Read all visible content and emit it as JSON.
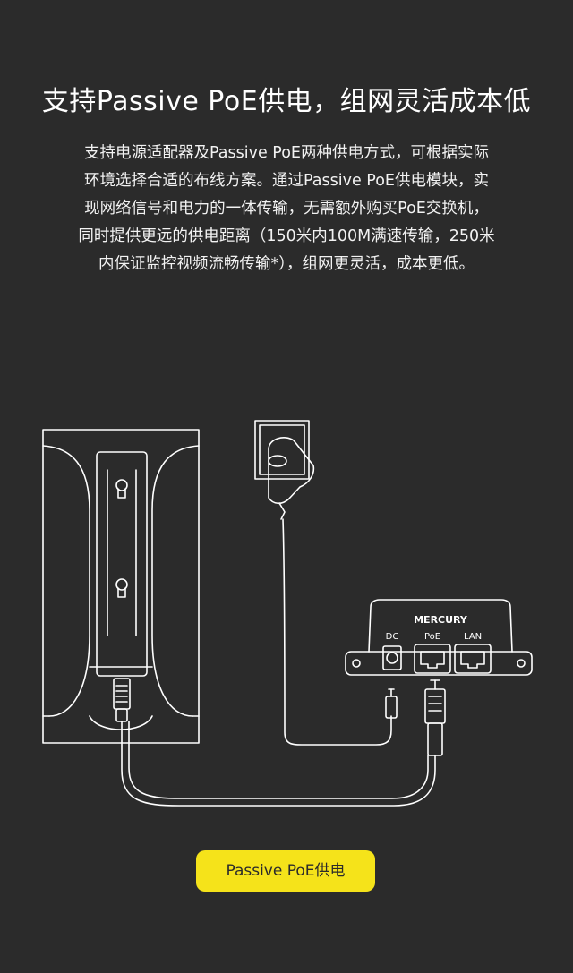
{
  "header": {
    "title": "支持Passive PoE供电，组网灵活成本低"
  },
  "description": {
    "lines": [
      "支持电源适配器及Passive PoE两种供电方式，可根据实际",
      "环境选择合适的布线方案。通过Passive PoE供电模块，实",
      "现网络信号和电力的一体传输，无需额外购买PoE交换机，",
      "同时提供更远的供电距离（150米内100M满速传输，250米",
      "内保证监控视频流畅传输*），组网更灵活，成本更低。"
    ]
  },
  "diagram": {
    "brand": "MERCURY",
    "port_dc": "DC",
    "port_poe": "PoE",
    "port_lan": "LAN"
  },
  "badge": {
    "label": "Passive PoE供电"
  },
  "colors": {
    "background": "#2b2b2b",
    "accent": "#f5e31a",
    "line": "#ffffff"
  }
}
